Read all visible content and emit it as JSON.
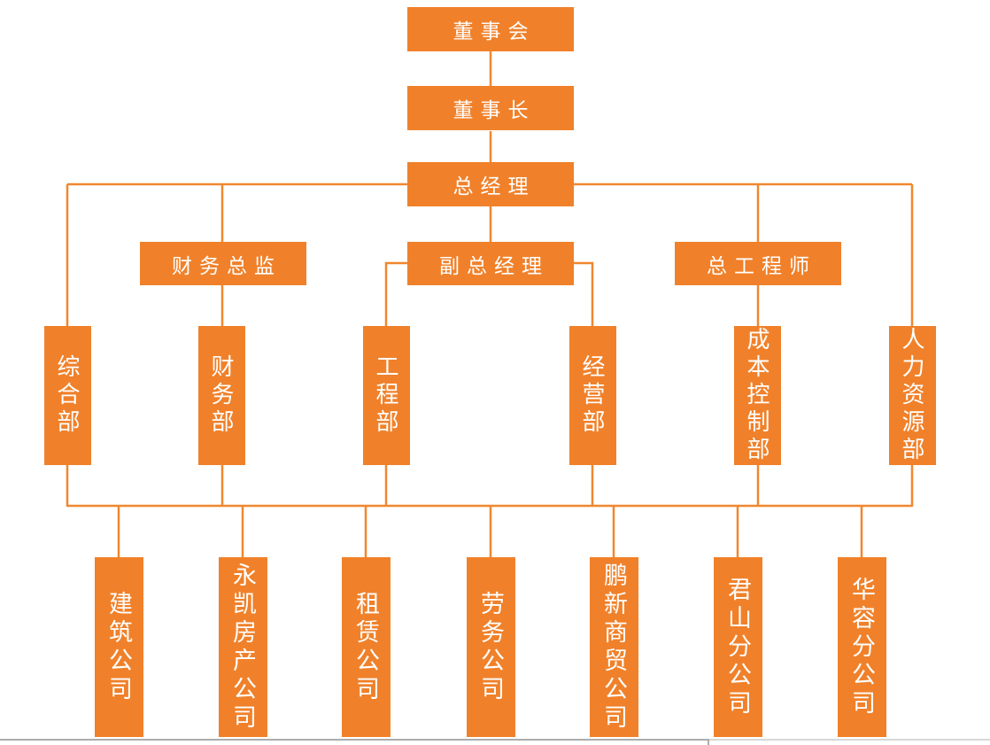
{
  "org_chart": {
    "top_nodes": {
      "board": "董事会",
      "chairman": "董事长",
      "general_manager": "总经理"
    },
    "middle_nodes": {
      "finance_director": "财务总监",
      "deputy_general_manager": "副总经理",
      "chief_engineer": "总工程师"
    },
    "departments": [
      "综合部",
      "财务部",
      "工程部",
      "经营部",
      "成本控制部",
      "人力资源部"
    ],
    "companies": [
      "建筑公司",
      "永凯房产公司",
      "租赁公司",
      "劳务公司",
      "鹏新商贸公司",
      "君山分公司",
      "华容分公司"
    ],
    "colors": {
      "box_fill": "#F0812A",
      "connector": "#F0872F",
      "text": "#FFFFFF",
      "page_divider": "#ADADAD"
    }
  }
}
